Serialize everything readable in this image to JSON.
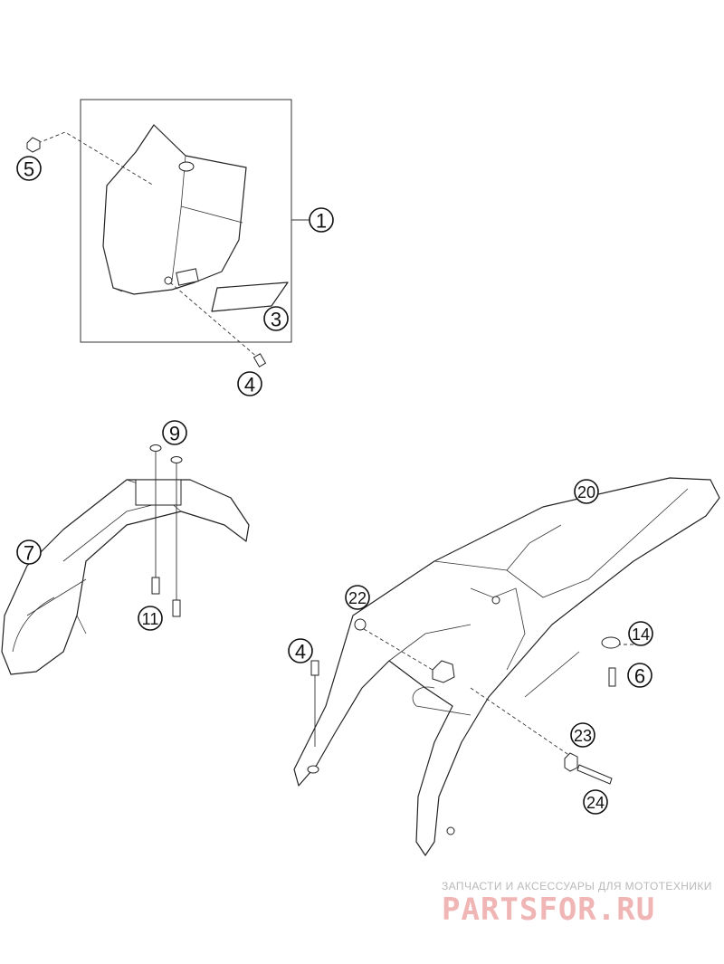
{
  "callouts": [
    "1",
    "3",
    "4",
    "5",
    "9",
    "7",
    "11",
    "20",
    "22",
    "4",
    "14",
    "6",
    "23",
    "24"
  ],
  "watermark": {
    "tagline": "ЗАПЧАСТИ И АКСЕССУАРЫ ДЛЯ МОТОТЕХНИКИ",
    "logo": "PARTSFOR.RU"
  },
  "colors": {
    "line": "#222222",
    "watermark_logo": "#f0b5b5",
    "watermark_text": "#b9b9b9"
  }
}
